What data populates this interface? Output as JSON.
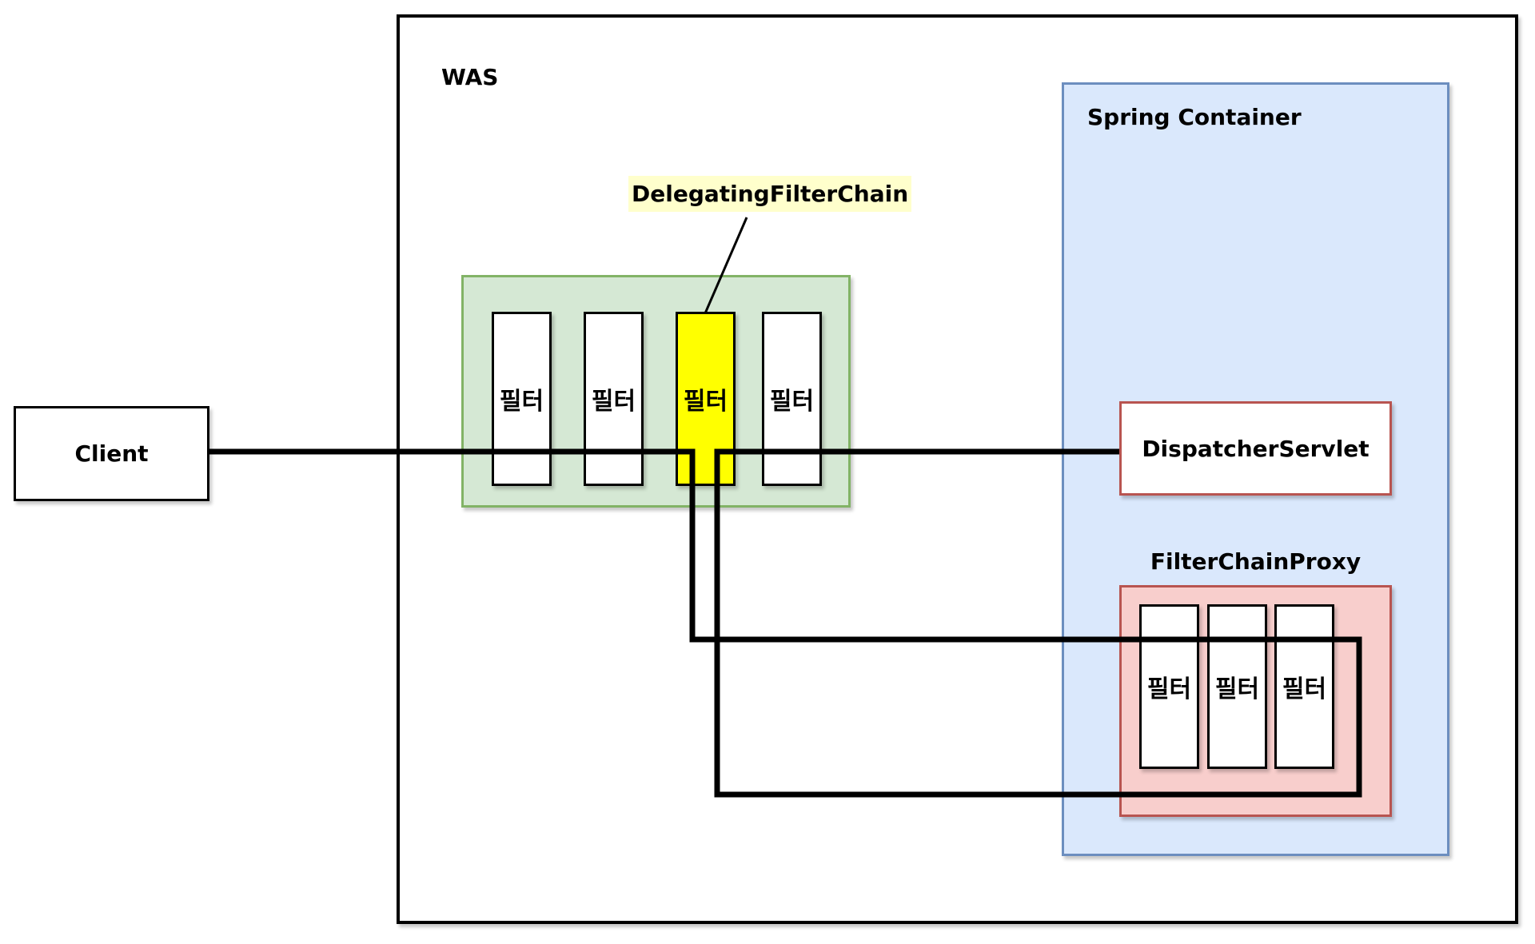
{
  "diagram": {
    "was": {
      "label": "WAS"
    },
    "client": {
      "label": "Client"
    },
    "servlet_filter_chain": {
      "annotation": "DelegatingFilterChain",
      "filters": [
        {
          "label": "필터",
          "highlighted": false
        },
        {
          "label": "필터",
          "highlighted": false
        },
        {
          "label": "필터",
          "highlighted": true
        },
        {
          "label": "필터",
          "highlighted": false
        }
      ]
    },
    "spring_container": {
      "label": "Spring Container",
      "dispatcher_servlet": {
        "label": "DispatcherServlet"
      },
      "filter_chain_proxy": {
        "label": "FilterChainProxy",
        "filters": [
          {
            "label": "필터"
          },
          {
            "label": "필터"
          },
          {
            "label": "필터"
          }
        ]
      }
    },
    "colors": {
      "green_fill": "#d5e8d4",
      "green_border": "#82b366",
      "highlight_fill": "#ffff00",
      "annotation_fill": "#ffffcc",
      "spring_fill": "#dae8fc",
      "spring_border": "#6c8ebf",
      "red_fill": "#f8cecc",
      "red_border": "#b85450"
    }
  }
}
